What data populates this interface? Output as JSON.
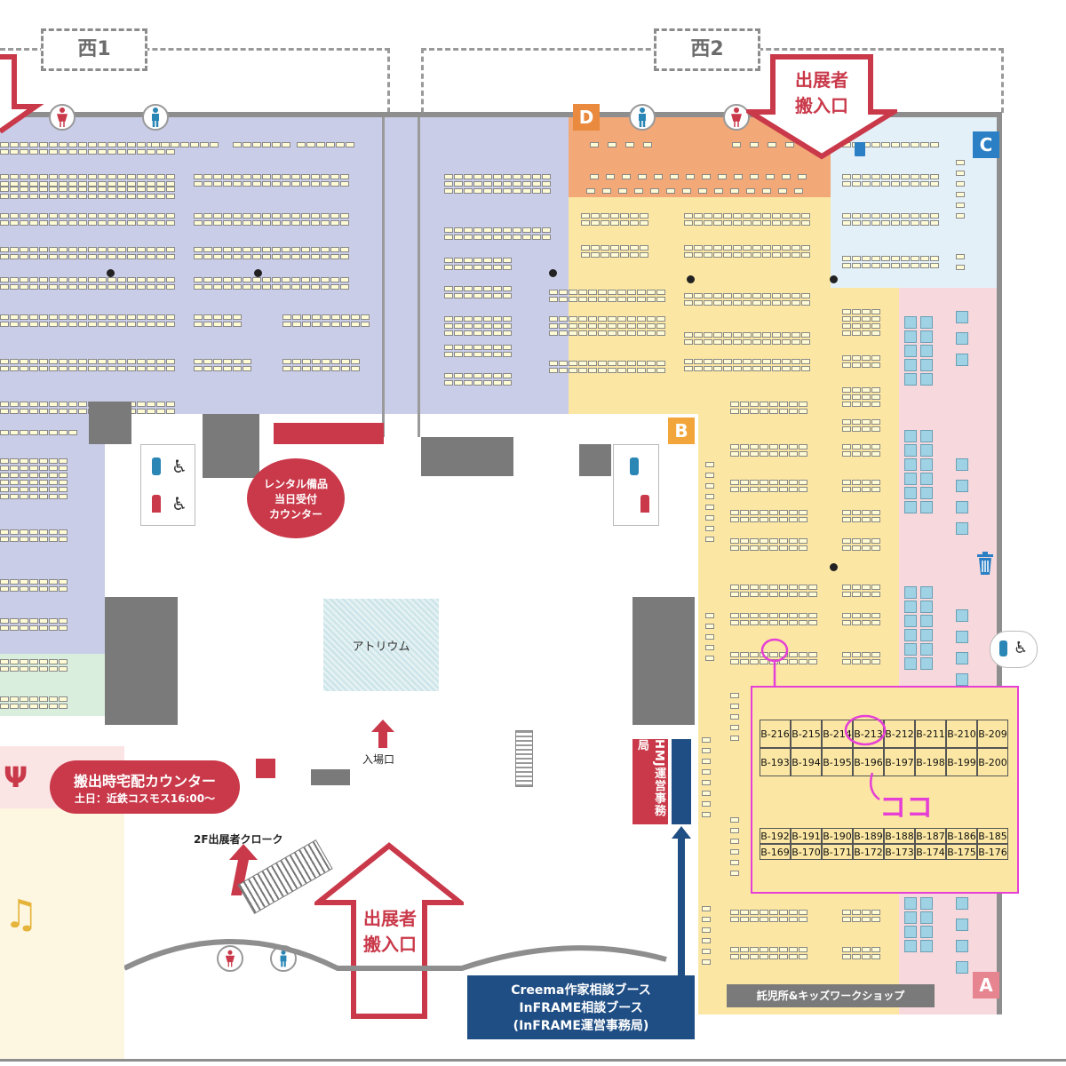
{
  "halls": {
    "west1": "西1",
    "west2": "西2"
  },
  "zones": {
    "a": "A",
    "b": "B",
    "c": "C",
    "d": "D"
  },
  "entrances": {
    "top_right": {
      "line1": "出展者",
      "line2": "搬入口"
    },
    "bottom": {
      "line1": "出展者",
      "line2": "搬入口"
    }
  },
  "rental_counter": {
    "line1": "レンタル備品",
    "line2": "当日受付",
    "line3": "カウンター"
  },
  "atrium": "アトリウム",
  "entry_label": "入場口",
  "delivery_counter": {
    "line1": "搬出時宅配カウンター",
    "line2": "土日：近鉄コスモス16:00〜"
  },
  "cloak_label": "2F出展者クローク",
  "hmj_office": "HMJ運営事務局",
  "creema_booth": {
    "line1": "Creema作家相談ブース",
    "line2": "InFRAME相談ブース",
    "line3": "(InFRAME運営事務局)"
  },
  "kids_area": "託児所&キッズワークショップ",
  "annotation": "ココ",
  "zoom_rows": [
    [
      "B-216",
      "B-215",
      "B-214",
      "B-213",
      "B-212",
      "B-211",
      "B-210",
      "B-209"
    ],
    [
      "B-193",
      "B-194",
      "B-195",
      "B-196",
      "B-197",
      "B-198",
      "B-199",
      "B-200"
    ],
    [
      "B-192",
      "B-191",
      "B-190",
      "B-189",
      "B-188",
      "B-187",
      "B-186",
      "B-185"
    ],
    [
      "B-169",
      "B-170",
      "B-171",
      "B-172",
      "B-173",
      "B-174",
      "B-175",
      "B-176"
    ]
  ],
  "icons": [
    "womens-restroom-icon",
    "mens-restroom-icon",
    "wheelchair-icon",
    "trash-icon",
    "restaurant-icon",
    "music-note-icon",
    "pillar-icon"
  ],
  "colors": {
    "zone_e": "#c9cde8",
    "zone_b": "#fbe7a3",
    "zone_a": "#f7d8dc",
    "zone_c": "#e3f0f8",
    "zone_d": "#f2a877",
    "zone_g": "#daeedd",
    "red": "#c9394a",
    "blue": "#1f4e85",
    "magenta": "#e63fd6"
  }
}
